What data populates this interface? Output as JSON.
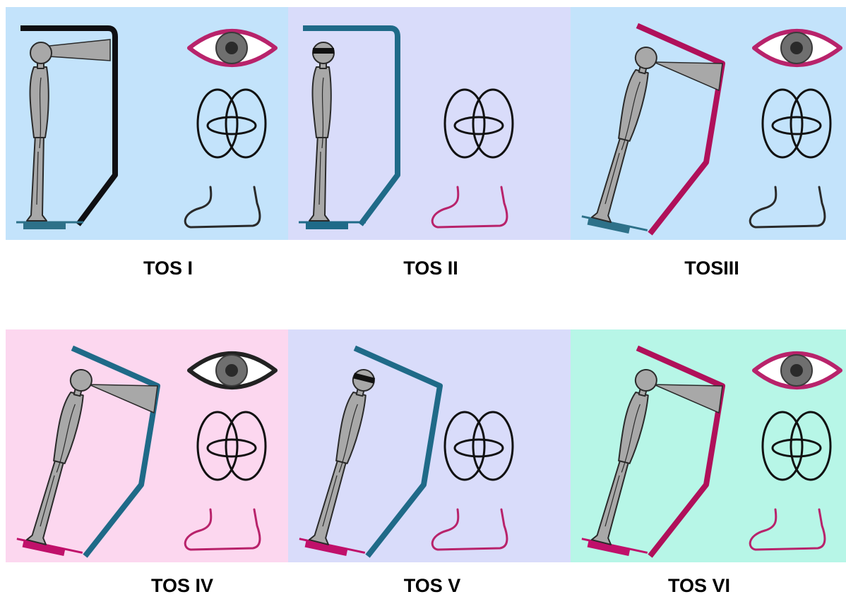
{
  "panels": [
    {
      "label": "TOS I",
      "background": "#c3e3fb",
      "frame_color": "#0f0f12",
      "platform_color": "#2d7189",
      "eye_color": "#b8236b",
      "foot_color": "#2a2a2a",
      "lean": "upright",
      "blindfold": false,
      "eye_visible": true
    },
    {
      "label": "TOS II",
      "background": "#d9dcfa",
      "frame_color": "#1f6a88",
      "platform_color": "#1f6a88",
      "eye_color": "none",
      "foot_color": "#b8236b",
      "lean": "upright",
      "blindfold": true,
      "eye_visible": false
    },
    {
      "label": "TOSIII",
      "background": "#c3e3fb",
      "frame_color": "#b0105a",
      "platform_color": "#2d7189",
      "eye_color": "#b8236b",
      "foot_color": "#2a2a2a",
      "lean": "tilted",
      "blindfold": false,
      "eye_visible": true
    },
    {
      "label": "TOS IV",
      "background": "#fcd7ef",
      "frame_color": "#1f6a88",
      "platform_color": "#c0106a",
      "eye_color": "#222222",
      "foot_color": "#b8236b",
      "lean": "tilted",
      "blindfold": false,
      "eye_visible": true
    },
    {
      "label": "TOS V",
      "background": "#d9dcfa",
      "frame_color": "#1f6a88",
      "platform_color": "#c0106a",
      "eye_color": "none",
      "foot_color": "#b8236b",
      "lean": "tilted",
      "blindfold": true,
      "eye_visible": false
    },
    {
      "label": "TOS VI",
      "background": "#b7f6e7",
      "frame_color": "#b0105a",
      "platform_color": "#c0106a",
      "eye_color": "#b8236b",
      "foot_color": "#b8236b",
      "lean": "tilted",
      "blindfold": false,
      "eye_visible": true
    }
  ],
  "icons": {
    "eye": "eye-icon",
    "vestibular": "semicircular-canals-icon",
    "foot": "foot-icon",
    "figure": "standing-person-icon",
    "frame": "visual-surround-icon",
    "platform": "support-platform-icon"
  },
  "colors": {
    "figure_fill": "#a8a8a8",
    "figure_outline": "#2a2a2a",
    "canal_stroke": "#111111"
  }
}
